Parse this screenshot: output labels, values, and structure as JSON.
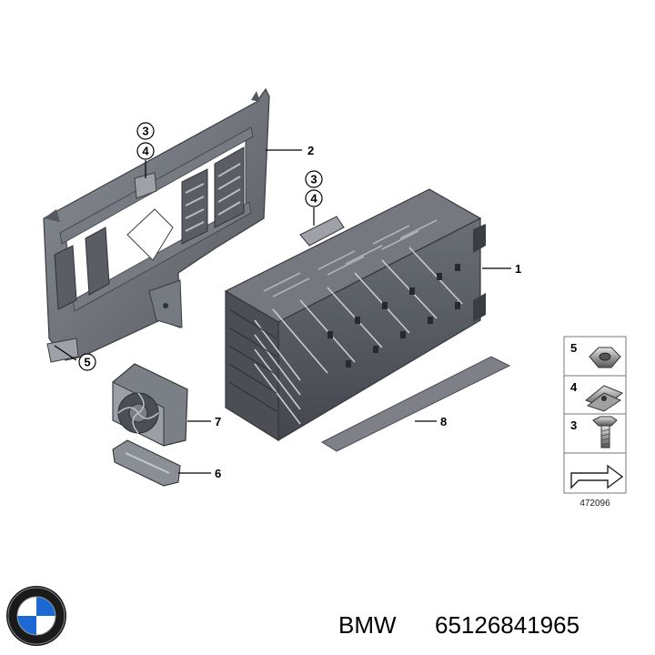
{
  "diagram": {
    "callouts": [
      {
        "id": "c1",
        "label": "1"
      },
      {
        "id": "c2",
        "label": "2"
      },
      {
        "id": "c3a",
        "label": "3"
      },
      {
        "id": "c4a",
        "label": "4"
      },
      {
        "id": "c3b",
        "label": "3"
      },
      {
        "id": "c4b",
        "label": "4"
      },
      {
        "id": "c5",
        "label": "5"
      },
      {
        "id": "c6",
        "label": "6"
      },
      {
        "id": "c7",
        "label": "7"
      },
      {
        "id": "c8",
        "label": "8"
      }
    ],
    "legend": [
      {
        "label": "5",
        "part": "hex-nut"
      },
      {
        "label": "4",
        "part": "clip-nut"
      },
      {
        "label": "3",
        "part": "bolt"
      }
    ],
    "reference_number": "472096"
  },
  "caption": {
    "brand": "BMW",
    "part_number": "65126841965"
  },
  "colors": {
    "part_dark": "#4a4e55",
    "part_mid": "#6d7178",
    "part_light": "#a7abb2",
    "strip": "#7d8086",
    "logo_blue": "#1c69d4"
  }
}
